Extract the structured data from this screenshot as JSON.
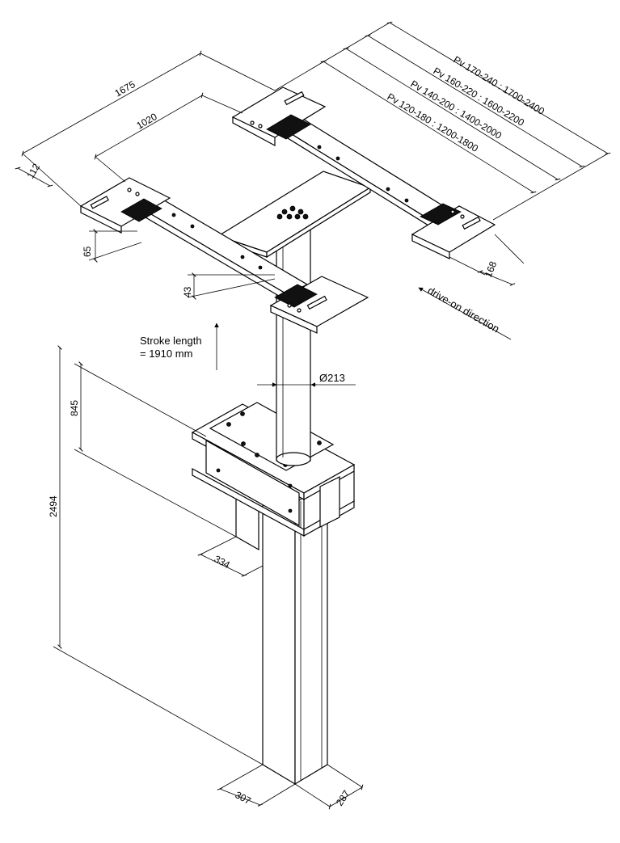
{
  "dimensions": {
    "overall_width": "1675",
    "inner_width": "1020",
    "pad_offset": "112",
    "arm_thickness": "65",
    "arm_height": "43",
    "pad_width": "168",
    "column_diameter": "Ø213",
    "base_height": "845",
    "total_height": "2494",
    "flange_width": "334",
    "post_width": "307",
    "post_depth": "287"
  },
  "capacity_ranges": [
    "Pv 170-240 : 1700-2400",
    "Pv 160-220 : 1600-2200",
    "Pv 140-200 : 1400-2000",
    "Pv 120-180 : 1200-1800"
  ],
  "stroke": {
    "line1": "Stroke length",
    "line2": "= 1910 mm"
  },
  "drive_on_label": "drive-on direction"
}
